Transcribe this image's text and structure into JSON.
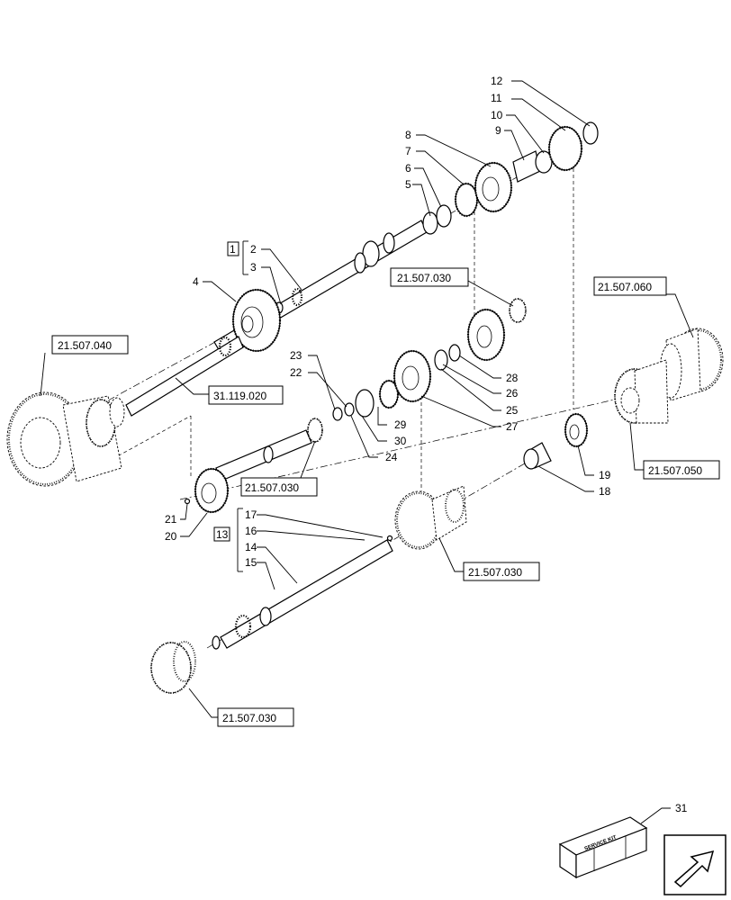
{
  "callouts": {
    "c1": "1",
    "c2": "2",
    "c3": "3",
    "c4": "4",
    "c5": "5",
    "c6": "6",
    "c7": "7",
    "c8": "8",
    "c9": "9",
    "c10": "10",
    "c11": "11",
    "c12": "12",
    "c13": "13",
    "c14": "14",
    "c15": "15",
    "c16": "16",
    "c17": "17",
    "c18": "18",
    "c19": "19",
    "c20": "20",
    "c21": "21",
    "c22": "22",
    "c23": "23",
    "c24": "24",
    "c25": "25",
    "c26": "26",
    "c27": "27",
    "c28": "28",
    "c29": "29",
    "c30": "30",
    "c31": "31"
  },
  "references": {
    "r1": "21.507.030",
    "r2": "21.507.060",
    "r3": "21.507.040",
    "r4": "31.119.020",
    "r5": "21.507.030",
    "r6": "21.507.050",
    "r7": "21.507.030",
    "r8": "21.507.030"
  },
  "kit_label": "SERVICE KIT",
  "nav": {
    "arrow_icon": "exit-arrow-icon"
  }
}
